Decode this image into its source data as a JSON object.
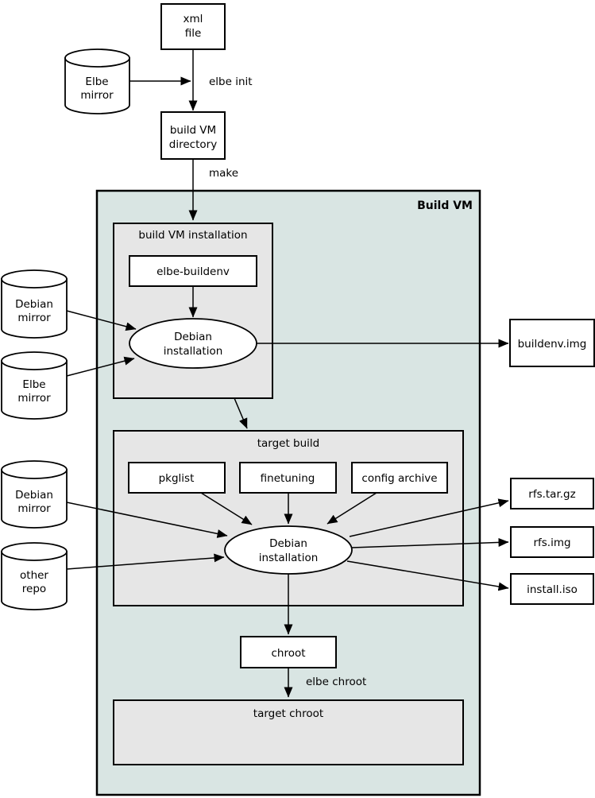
{
  "diagram": {
    "containers": {
      "build_vm": {
        "label": "Build VM"
      },
      "build_vm_installation": {
        "label": "build VM installation"
      },
      "target_build": {
        "label": "target build"
      },
      "target_chroot": {
        "label": "target chroot"
      }
    },
    "nodes": {
      "xml_file": {
        "lines": [
          "xml",
          "file"
        ]
      },
      "elbe_mirror_top": {
        "lines": [
          "Elbe",
          "mirror"
        ]
      },
      "build_vm_directory": {
        "lines": [
          "build VM",
          "directory"
        ]
      },
      "elbe_buildenv": {
        "label": "elbe-buildenv"
      },
      "debian_mirror_top": {
        "lines": [
          "Debian",
          "mirror"
        ]
      },
      "elbe_mirror_mid": {
        "lines": [
          "Elbe",
          "mirror"
        ]
      },
      "debian_installation_build": {
        "lines": [
          "Debian",
          "installation"
        ]
      },
      "buildenv_img": {
        "label": "buildenv.img"
      },
      "pkglist": {
        "label": "pkglist"
      },
      "finetuning": {
        "label": "finetuning"
      },
      "config_archive": {
        "label": "config archive"
      },
      "debian_mirror_bottom": {
        "lines": [
          "Debian",
          "mirror"
        ]
      },
      "other_repo": {
        "lines": [
          "other",
          "repo"
        ]
      },
      "debian_installation_target": {
        "lines": [
          "Debian",
          "installation"
        ]
      },
      "rfs_tar_gz": {
        "label": "rfs.tar.gz"
      },
      "rfs_img": {
        "label": "rfs.img"
      },
      "install_iso": {
        "label": "install.iso"
      },
      "chroot": {
        "label": "chroot"
      }
    },
    "edge_labels": {
      "elbe_init": "elbe init",
      "make": "make",
      "elbe_chroot": "elbe chroot"
    },
    "colors": {
      "build_vm_fill": "#d9e5e3",
      "panel_fill": "#e6e6e6",
      "node_fill": "#ffffff",
      "line": "#000000"
    }
  }
}
